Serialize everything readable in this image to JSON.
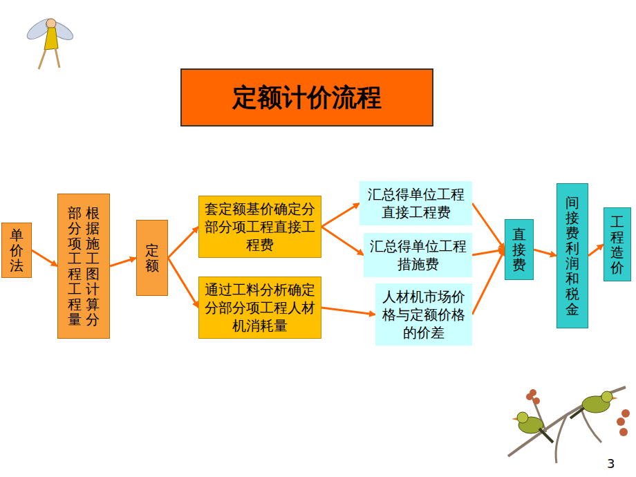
{
  "diagram": {
    "title": "定额计价流程",
    "nodes": [
      {
        "text": [
          "单价法"
        ]
      },
      {
        "text": [
          "根据施工图计算分部分项工程工程量"
        ]
      },
      {
        "text": [
          "定额"
        ]
      },
      {
        "text": [
          "套定额基价确定分部分项工程直接工程费"
        ]
      },
      {
        "text": [
          "通过工料分析确定分部分项工程人材机消耗量"
        ]
      },
      {
        "text": [
          "汇总得单位工程直接工程费"
        ]
      },
      {
        "text": [
          "汇总得单位工程措施费"
        ]
      },
      {
        "text": [
          "人材机市场价格与定额价格的价差"
        ]
      },
      {
        "text": [
          "直接费"
        ]
      },
      {
        "text": [
          "间接费利润和税金"
        ]
      },
      {
        "text": [
          "工程造价"
        ]
      }
    ],
    "edges": [
      {
        "from": 0,
        "to": 1,
        "arrow": "to"
      },
      {
        "from": 1,
        "to": 2,
        "arrow": "to"
      },
      {
        "from": 2,
        "to": 3,
        "arrow": "to"
      },
      {
        "from": 2,
        "to": 4,
        "arrow": "to"
      },
      {
        "from": 3,
        "to": 5,
        "arrow": "to"
      },
      {
        "from": 3,
        "to": 6,
        "arrow": "to"
      },
      {
        "from": 4,
        "to": 7,
        "arrow": "to"
      },
      {
        "from": 5,
        "to": 8,
        "arrow": "to"
      },
      {
        "from": 6,
        "to": 8,
        "arrow": "to"
      },
      {
        "from": 7,
        "to": 8,
        "arrow": "to"
      },
      {
        "from": 8,
        "to": 9,
        "arrow": "to"
      },
      {
        "from": 9,
        "to": 10,
        "arrow": "to"
      }
    ],
    "labels": [
      "3"
    ]
  }
}
